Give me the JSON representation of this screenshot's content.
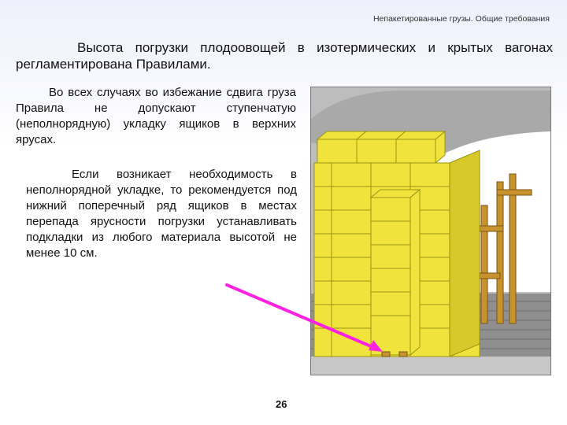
{
  "header": {
    "title": "Непакетированные грузы. Общие требования"
  },
  "content": {
    "lead": "Высота погрузки плодоовощей в изотермических и крытых вагонах регламентирована Правилами.",
    "paragraph_1": "Во всех случаях во избежание сдвига груза Правила не допускают ступенчатую (неполнорядную) укладку ящиков в верхних ярусах.",
    "paragraph_2": "Если возникает необходимость в неполнорядной укладке, то рекомендуется под нижний поперечный ряд ящиков в местах перепада ярусности погрузки устанавливать подкладки из любого материала высотой не менее 10 см."
  },
  "footer": {
    "page_number": "26"
  },
  "illustration": {
    "box_color": "#f0e33c",
    "box_edge_color": "#9a9415",
    "wood_color": "#c8922e",
    "arrow_color": "#ff22e0"
  }
}
